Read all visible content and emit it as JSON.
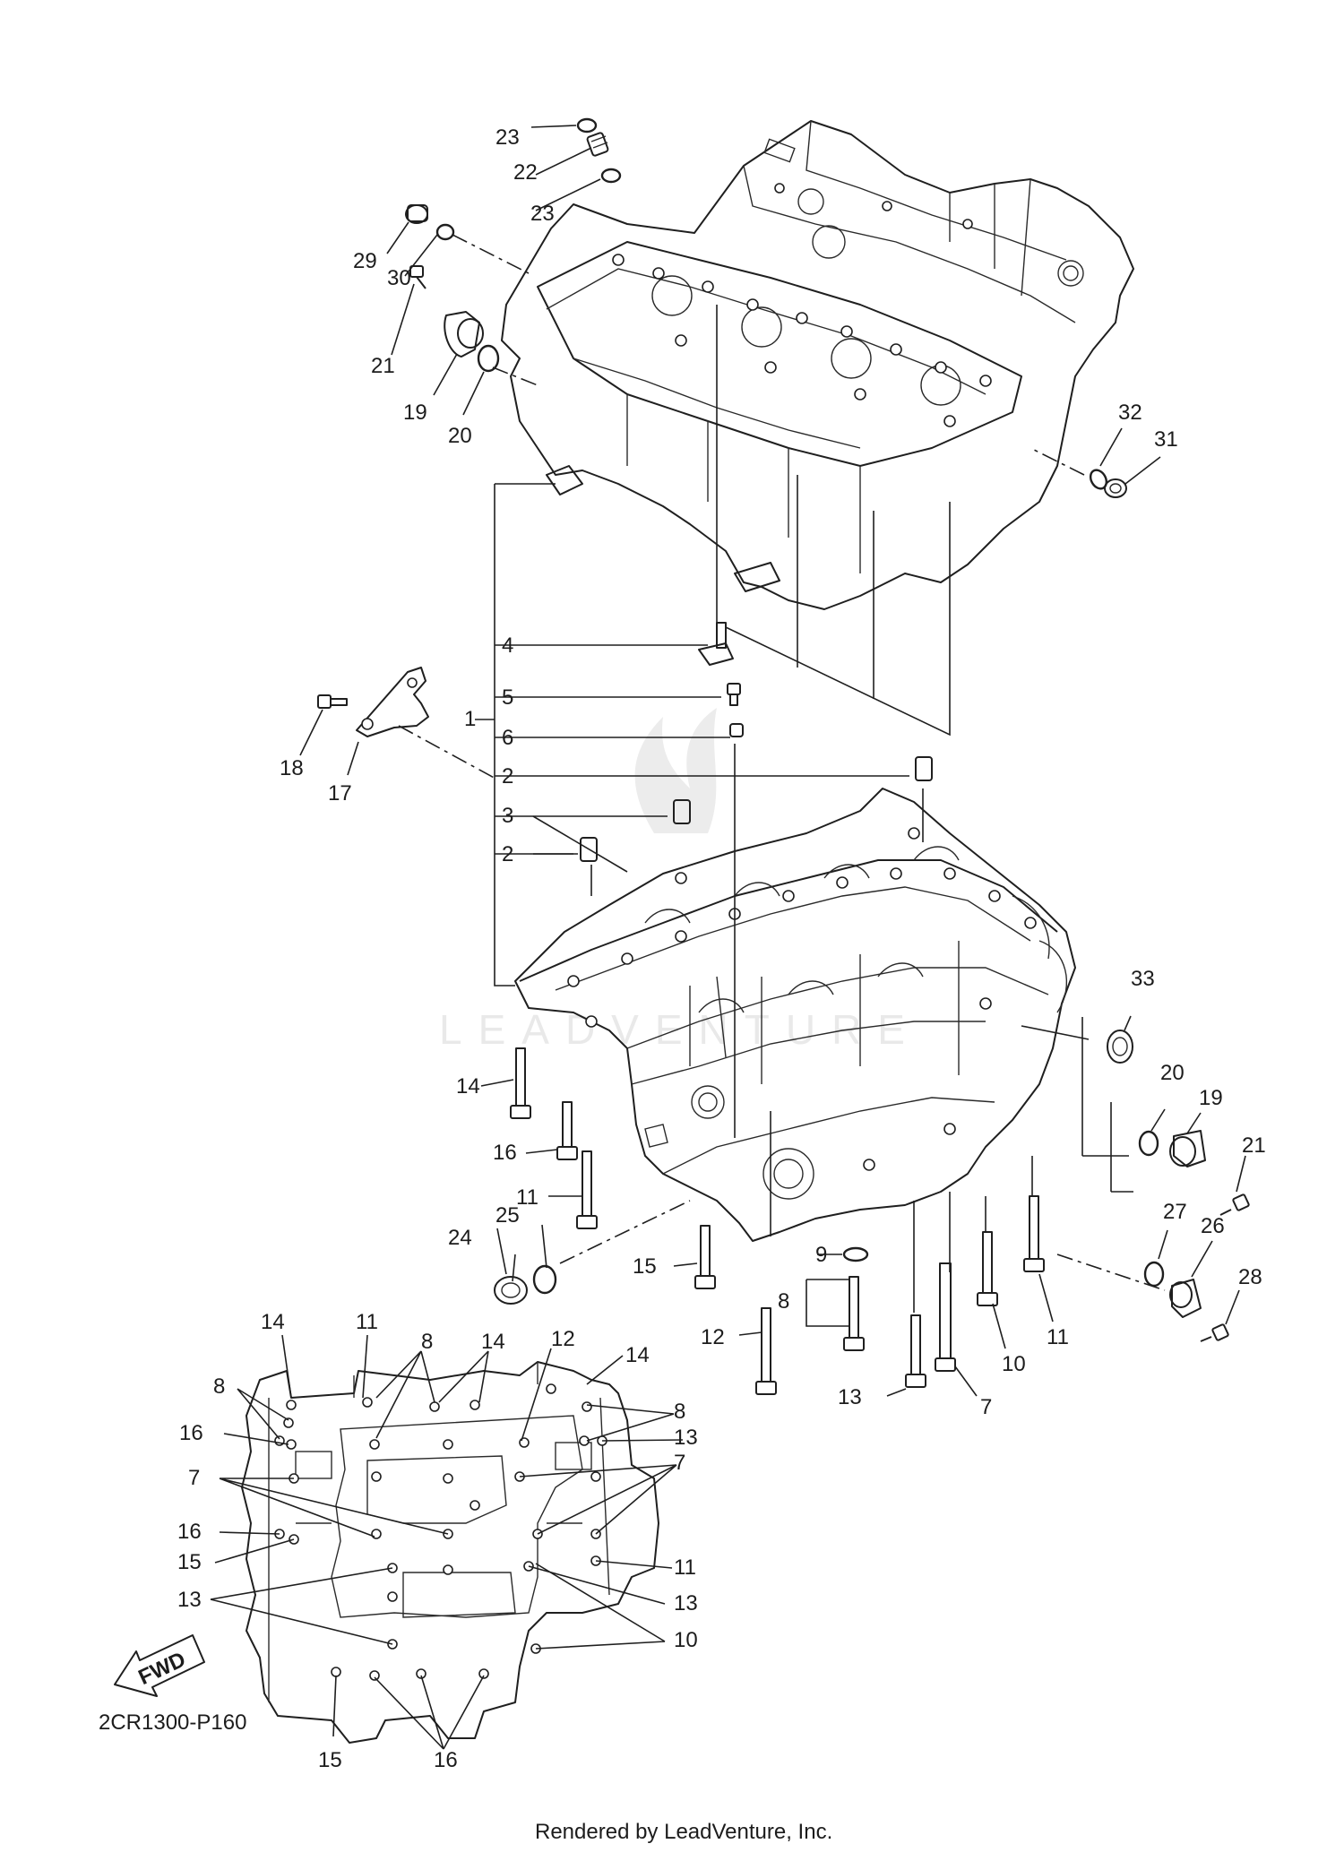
{
  "diagram": {
    "watermark": "LEADVENTURE",
    "code": "2CR1300-P160",
    "fwd": "FWD",
    "footer": "Rendered by LeadVenture, Inc."
  },
  "callouts": [
    {
      "id": "c23a",
      "text": "23"
    },
    {
      "id": "c22",
      "text": "22"
    },
    {
      "id": "c23b",
      "text": "23"
    },
    {
      "id": "c29",
      "text": "29"
    },
    {
      "id": "c30",
      "text": "30"
    },
    {
      "id": "c21a",
      "text": "21"
    },
    {
      "id": "c19a",
      "text": "19"
    },
    {
      "id": "c20a",
      "text": "20"
    },
    {
      "id": "c32",
      "text": "32"
    },
    {
      "id": "c31",
      "text": "31"
    },
    {
      "id": "c4",
      "text": "4"
    },
    {
      "id": "c5",
      "text": "5"
    },
    {
      "id": "c1",
      "text": "1"
    },
    {
      "id": "c6",
      "text": "6"
    },
    {
      "id": "c2a",
      "text": "2"
    },
    {
      "id": "c3",
      "text": "3"
    },
    {
      "id": "c2b",
      "text": "2"
    },
    {
      "id": "c18",
      "text": "18"
    },
    {
      "id": "c17",
      "text": "17"
    },
    {
      "id": "c33",
      "text": "33"
    },
    {
      "id": "c14a",
      "text": "14"
    },
    {
      "id": "c16a",
      "text": "16"
    },
    {
      "id": "c11a",
      "text": "11"
    },
    {
      "id": "c20b",
      "text": "20"
    },
    {
      "id": "c19b",
      "text": "19"
    },
    {
      "id": "c21b",
      "text": "21"
    },
    {
      "id": "c27",
      "text": "27"
    },
    {
      "id": "c26",
      "text": "26"
    },
    {
      "id": "c28",
      "text": "28"
    },
    {
      "id": "c24",
      "text": "24"
    },
    {
      "id": "c25",
      "text": "25"
    },
    {
      "id": "c15a",
      "text": "15"
    },
    {
      "id": "c9",
      "text": "9"
    },
    {
      "id": "c8a",
      "text": "8"
    },
    {
      "id": "c12a",
      "text": "12"
    },
    {
      "id": "c13a",
      "text": "13"
    },
    {
      "id": "c10a",
      "text": "10"
    },
    {
      "id": "c7a",
      "text": "7"
    },
    {
      "id": "c11b",
      "text": "11"
    },
    {
      "id": "l14a",
      "text": "14"
    },
    {
      "id": "l11a",
      "text": "11"
    },
    {
      "id": "l8a",
      "text": "8"
    },
    {
      "id": "l14b",
      "text": "14"
    },
    {
      "id": "l12",
      "text": "12"
    },
    {
      "id": "l14c",
      "text": "14"
    },
    {
      "id": "l8b",
      "text": "8"
    },
    {
      "id": "l8c",
      "text": "8"
    },
    {
      "id": "l16a",
      "text": "16"
    },
    {
      "id": "l13a",
      "text": "13"
    },
    {
      "id": "l7a",
      "text": "7"
    },
    {
      "id": "l7b",
      "text": "7"
    },
    {
      "id": "l16b",
      "text": "16"
    },
    {
      "id": "l15a",
      "text": "15"
    },
    {
      "id": "l11b",
      "text": "11"
    },
    {
      "id": "l13b",
      "text": "13"
    },
    {
      "id": "l13c",
      "text": "13"
    },
    {
      "id": "l10",
      "text": "10"
    },
    {
      "id": "l15b",
      "text": "15"
    },
    {
      "id": "l16c",
      "text": "16"
    }
  ]
}
